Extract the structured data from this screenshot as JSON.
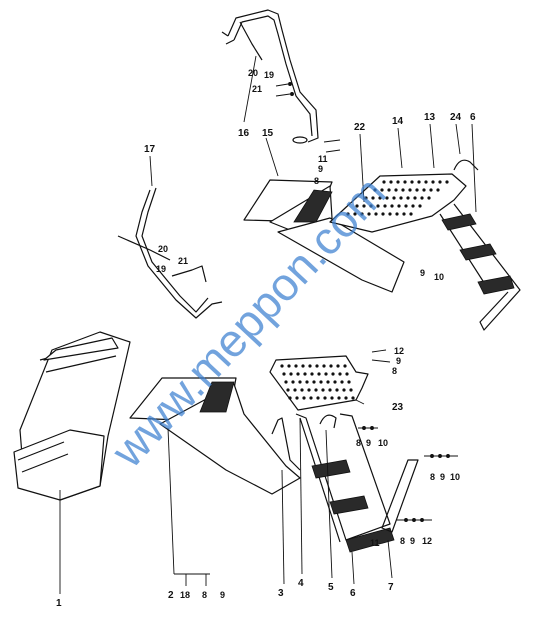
{
  "watermark": "www.meppon.com",
  "labels": {
    "l1": "1",
    "l2": "2",
    "l3": "3",
    "l4": "4",
    "l5": "5",
    "l6a": "6",
    "l6b": "6",
    "l7": "7",
    "l8a": "8",
    "l8b": "8",
    "l8c": "8",
    "l8d": "8",
    "l8e": "8",
    "l8f": "8",
    "l9a": "9",
    "l9b": "9",
    "l9c": "9",
    "l9d": "9",
    "l9e": "9",
    "l9f": "9",
    "l9g": "9",
    "l10a": "10",
    "l10b": "10",
    "l10c": "10",
    "l11a": "11",
    "l11b": "11",
    "l12a": "12",
    "l12b": "12",
    "l13": "13",
    "l14": "14",
    "l15": "15",
    "l16": "16",
    "l17": "17",
    "l18": "18",
    "l19a": "19",
    "l19b": "19",
    "l20a": "20",
    "l20b": "20",
    "l21a": "21",
    "l21b": "21",
    "l22": "22",
    "l23": "23",
    "l24": "24"
  }
}
